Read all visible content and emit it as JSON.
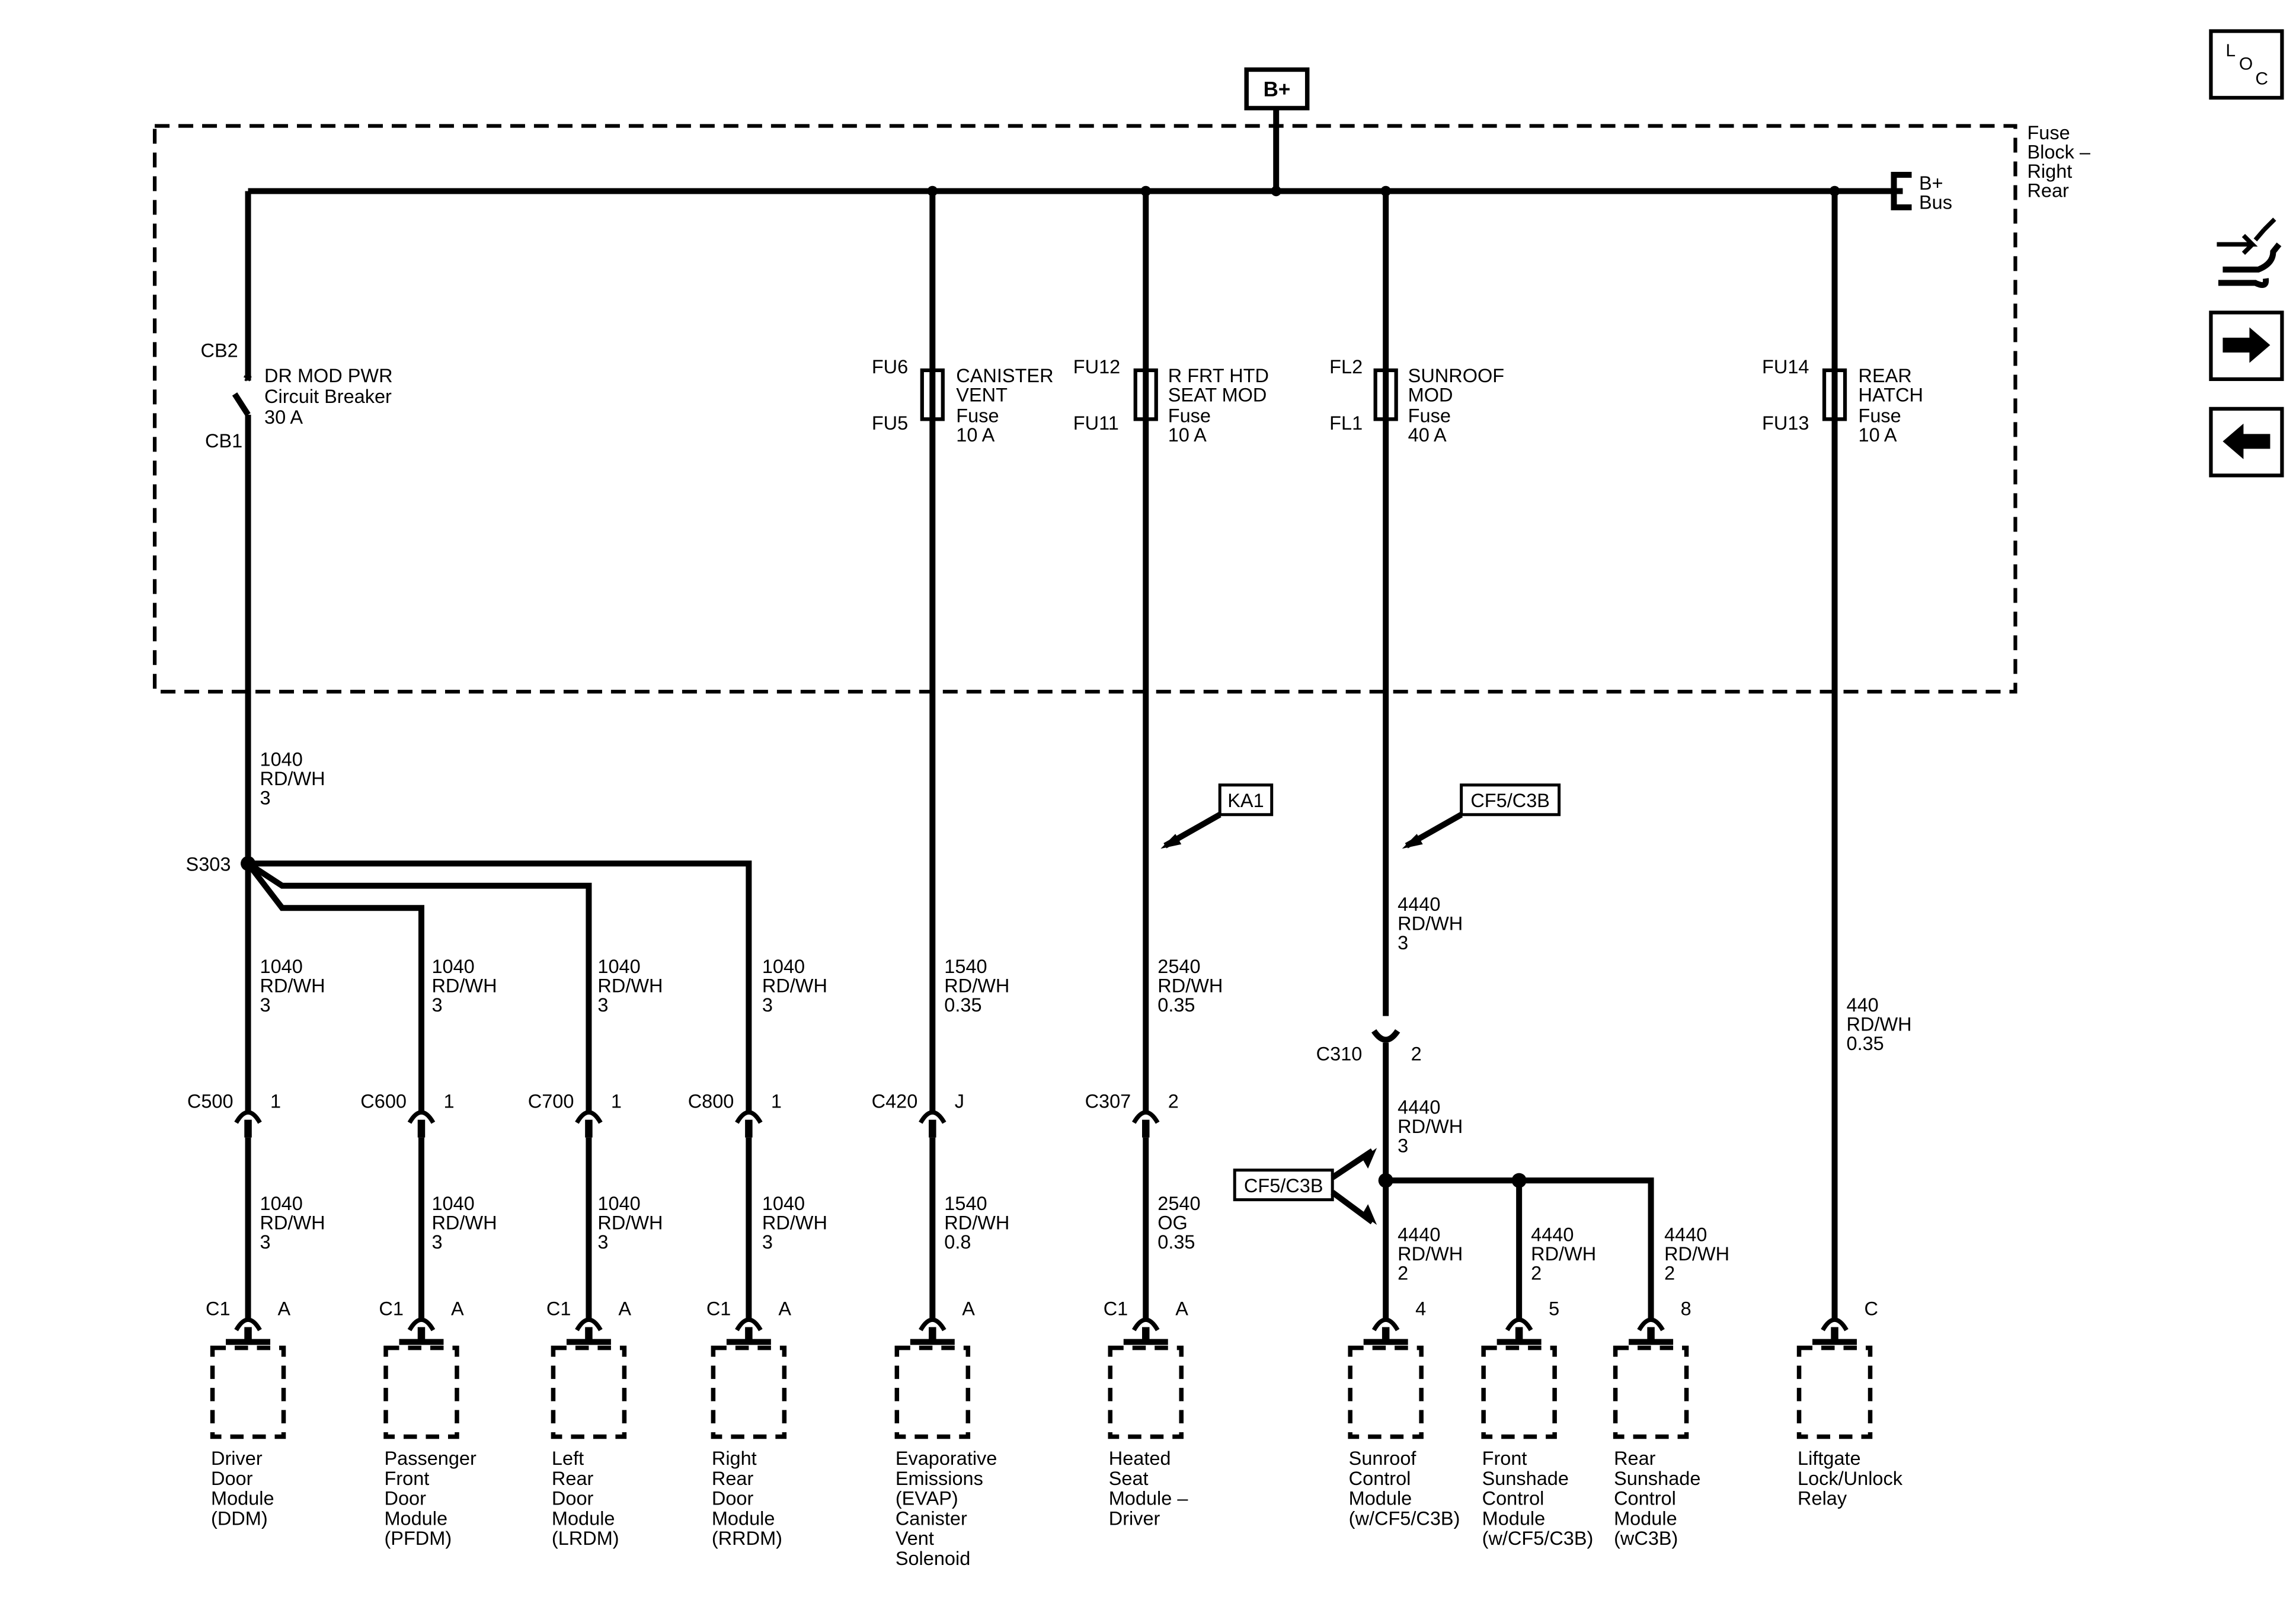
{
  "supply": {
    "label": "B+"
  },
  "fuse_block": {
    "title_lines": [
      "Fuse",
      "Block –",
      "Right",
      "Rear"
    ],
    "bus_lines": [
      "B+",
      "Bus"
    ]
  },
  "nav": {
    "loc_letters": [
      "L",
      "O",
      "C"
    ],
    "icons": [
      "wrench-arrows-icon",
      "arrow-right-icon",
      "arrow-left-icon"
    ]
  },
  "protection": [
    {
      "top_pin": "CB2",
      "bottom_pin": "CB1",
      "lines": [
        "DR MOD PWR",
        "Circuit Breaker",
        "30 A"
      ]
    },
    {
      "top_pin": "FU6",
      "bottom_pin": "FU5",
      "lines": [
        "CANISTER",
        "VENT",
        "Fuse",
        "10 A"
      ]
    },
    {
      "top_pin": "FU12",
      "bottom_pin": "FU11",
      "lines": [
        "R FRT HTD",
        "SEAT MOD",
        "Fuse",
        "10 A"
      ]
    },
    {
      "top_pin": "FL2",
      "bottom_pin": "FL1",
      "lines": [
        "SUNROOF",
        "MOD",
        "Fuse",
        "40 A"
      ]
    },
    {
      "top_pin": "FU14",
      "bottom_pin": "FU13",
      "lines": [
        "REAR",
        "HATCH",
        "Fuse",
        "10 A"
      ]
    }
  ],
  "splice": "S303",
  "inline_connector": {
    "name": "C310",
    "pin": "2"
  },
  "option_tags": [
    "KA1",
    "CF5/C3B",
    "CF5/C3B"
  ],
  "wires": [
    {
      "circuit": "1040",
      "color": "RD/WH",
      "gauge": "3"
    },
    {
      "circuit": "1040",
      "color": "RD/WH",
      "gauge": "3"
    },
    {
      "circuit": "1040",
      "color": "RD/WH",
      "gauge": "3"
    },
    {
      "circuit": "1040",
      "color": "RD/WH",
      "gauge": "3"
    },
    {
      "circuit": "1040",
      "color": "RD/WH",
      "gauge": "3"
    },
    {
      "circuit": "1540",
      "color": "RD/WH",
      "gauge": "0.35"
    },
    {
      "circuit": "2540",
      "color": "RD/WH",
      "gauge": "0.35"
    },
    {
      "circuit": "4440",
      "color": "RD/WH",
      "gauge": "3"
    },
    {
      "circuit": "440",
      "color": "RD/WH",
      "gauge": "0.35"
    },
    {
      "circuit": "1040",
      "color": "RD/WH",
      "gauge": "3"
    },
    {
      "circuit": "1040",
      "color": "RD/WH",
      "gauge": "3"
    },
    {
      "circuit": "1040",
      "color": "RD/WH",
      "gauge": "3"
    },
    {
      "circuit": "1040",
      "color": "RD/WH",
      "gauge": "3"
    },
    {
      "circuit": "1540",
      "color": "RD/WH",
      "gauge": "0.8"
    },
    {
      "circuit": "2540",
      "color": "OG",
      "gauge": "0.35"
    },
    {
      "circuit": "4440",
      "color": "RD/WH",
      "gauge": "3"
    },
    {
      "circuit": "4440",
      "color": "RD/WH",
      "gauge": "2"
    },
    {
      "circuit": "4440",
      "color": "RD/WH",
      "gauge": "2"
    },
    {
      "circuit": "4440",
      "color": "RD/WH",
      "gauge": "2"
    }
  ],
  "connectors": [
    {
      "name": "C500",
      "pin": "1"
    },
    {
      "name": "C600",
      "pin": "1"
    },
    {
      "name": "C700",
      "pin": "1"
    },
    {
      "name": "C800",
      "pin": "1"
    },
    {
      "name": "C420",
      "pin": "J"
    },
    {
      "name": "C307",
      "pin": "2"
    }
  ],
  "components": [
    {
      "connector": "C1",
      "pin": "A",
      "lines": [
        "Driver",
        "Door",
        "Module",
        "(DDM)"
      ]
    },
    {
      "connector": "C1",
      "pin": "A",
      "lines": [
        "Passenger",
        "Front",
        "Door",
        "Module",
        "(PFDM)"
      ]
    },
    {
      "connector": "C1",
      "pin": "A",
      "lines": [
        "Left",
        "Rear",
        "Door",
        "Module",
        "(LRDM)"
      ]
    },
    {
      "connector": "C1",
      "pin": "A",
      "lines": [
        "Right",
        "Rear",
        "Door",
        "Module",
        "(RRDM)"
      ]
    },
    {
      "connector": "",
      "pin": "A",
      "lines": [
        "Evaporative",
        "Emissions",
        "(EVAP)",
        "Canister",
        "Vent",
        "Solenoid"
      ]
    },
    {
      "connector": "C1",
      "pin": "A",
      "lines": [
        "Heated",
        "Seat",
        "Module –",
        "Driver"
      ]
    },
    {
      "connector": "",
      "pin": "4",
      "lines": [
        "Sunroof",
        "Control",
        "Module",
        "(w/CF5/C3B)"
      ]
    },
    {
      "connector": "",
      "pin": "5",
      "lines": [
        "Front",
        "Sunshade",
        "Control",
        "Module",
        "(w/CF5/C3B)"
      ]
    },
    {
      "connector": "",
      "pin": "8",
      "lines": [
        "Rear",
        "Sunshade",
        "Control",
        "Module",
        "(wC3B)"
      ]
    },
    {
      "connector": "",
      "pin": "C",
      "lines": [
        "Liftgate",
        "Lock/Unlock",
        "Relay"
      ]
    }
  ]
}
